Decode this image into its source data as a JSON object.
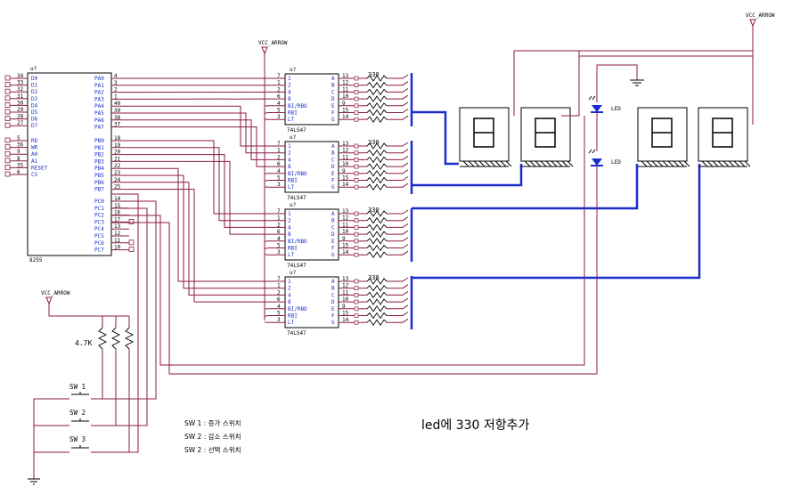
{
  "labels": {
    "vcc1": "VCC_ARROW",
    "vcc2": "VCC_ARROW",
    "vcc3": "VCC_ARROW",
    "res_value": "4.7K",
    "r_group": "330",
    "led": "LED",
    "chip_ref": "u?",
    "main_chip_name": "8255",
    "dec_name": "74LS47",
    "sw1": "SW 1",
    "sw2": "SW 2",
    "sw3": "SW 3",
    "note_title": "led에 330 저항추가",
    "legend": [
      "SW 1 : 증가 스위치",
      "SW 2 : 감소 스위치",
      "SW 2 : 선택 스위치"
    ]
  },
  "main_chip": {
    "left_pins": [
      {
        "num": "34",
        "name": "D0"
      },
      {
        "num": "33",
        "name": "D1"
      },
      {
        "num": "32",
        "name": "D2"
      },
      {
        "num": "31",
        "name": "D3"
      },
      {
        "num": "30",
        "name": "D4"
      },
      {
        "num": "29",
        "name": "D5"
      },
      {
        "num": "28",
        "name": "D6"
      },
      {
        "num": "27",
        "name": "D7"
      },
      {
        "num": "5",
        "name": "RD"
      },
      {
        "num": "36",
        "name": "WR"
      },
      {
        "num": "9",
        "name": "A0"
      },
      {
        "num": "8",
        "name": "A1"
      },
      {
        "num": "35",
        "name": "RESET"
      },
      {
        "num": "6",
        "name": "CS"
      }
    ],
    "right_pins": [
      {
        "num": "4",
        "name": "PA0"
      },
      {
        "num": "3",
        "name": "PA1"
      },
      {
        "num": "2",
        "name": "PA2"
      },
      {
        "num": "1",
        "name": "PA3"
      },
      {
        "num": "40",
        "name": "PA4"
      },
      {
        "num": "39",
        "name": "PA5"
      },
      {
        "num": "38",
        "name": "PA6"
      },
      {
        "num": "37",
        "name": "PA7"
      },
      {
        "num": "18",
        "name": "PB0"
      },
      {
        "num": "19",
        "name": "PB1"
      },
      {
        "num": "20",
        "name": "PB2"
      },
      {
        "num": "21",
        "name": "PB3"
      },
      {
        "num": "22",
        "name": "PB4"
      },
      {
        "num": "23",
        "name": "PB5"
      },
      {
        "num": "24",
        "name": "PB6"
      },
      {
        "num": "25",
        "name": "PB7"
      },
      {
        "num": "14",
        "name": "PC0"
      },
      {
        "num": "15",
        "name": "PC1"
      },
      {
        "num": "16",
        "name": "PC2"
      },
      {
        "num": "17",
        "name": "PC3"
      },
      {
        "num": "13",
        "name": "PC4"
      },
      {
        "num": "12",
        "name": "PC5"
      },
      {
        "num": "11",
        "name": "PC6"
      },
      {
        "num": "10",
        "name": "PC7"
      }
    ]
  },
  "decoder": {
    "in_pins": [
      {
        "num": "7",
        "name": "1"
      },
      {
        "num": "1",
        "name": "2"
      },
      {
        "num": "2",
        "name": "4"
      },
      {
        "num": "6",
        "name": "8"
      },
      {
        "num": "4",
        "name": "BI/RBO"
      },
      {
        "num": "5",
        "name": "RBI"
      },
      {
        "num": "3",
        "name": "LT"
      }
    ],
    "out_pins": [
      {
        "num": "13",
        "name": "A"
      },
      {
        "num": "12",
        "name": "B"
      },
      {
        "num": "11",
        "name": "C"
      },
      {
        "num": "10",
        "name": "D"
      },
      {
        "num": "9",
        "name": "E"
      },
      {
        "num": "15",
        "name": "F"
      },
      {
        "num": "14",
        "name": "G"
      }
    ]
  }
}
